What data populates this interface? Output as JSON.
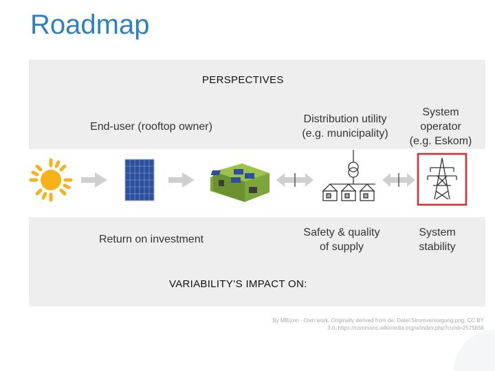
{
  "title": "Roadmap",
  "header_top": "PERSPECTIVES",
  "header_bottom": "VARIABILITY’S IMPACT ON:",
  "perspectives": [
    {
      "line1": "End-user (rooftop owner)",
      "line2": ""
    },
    {
      "line1": "Distribution utility",
      "line2": "(e.g. municipality)"
    },
    {
      "line1": "System",
      "line2": "operator",
      "line3": "(e.g. Eskom)"
    }
  ],
  "impacts": [
    {
      "line1": "Return on investment",
      "line2": ""
    },
    {
      "line1": "Safety & quality",
      "line2": "of supply"
    },
    {
      "line1": "System",
      "line2": "stability"
    }
  ],
  "icons": [
    "sun-icon",
    "solar-panel-icon",
    "house-with-panels-icon",
    "transformer-icon",
    "transmission-tower-icon"
  ],
  "colors": {
    "title": "#2b7fc3",
    "panel": "#eeeeee",
    "highlight": "#e0262a",
    "sun": "#f7b21b"
  },
  "credit": {
    "line1": "By MBizon - Own work. Originally derived from de: Datei:Stromversorgung.png, CC BY",
    "line2": "3.0, https://commons.wikimedia.org/w/index.php?curid=2575656"
  }
}
